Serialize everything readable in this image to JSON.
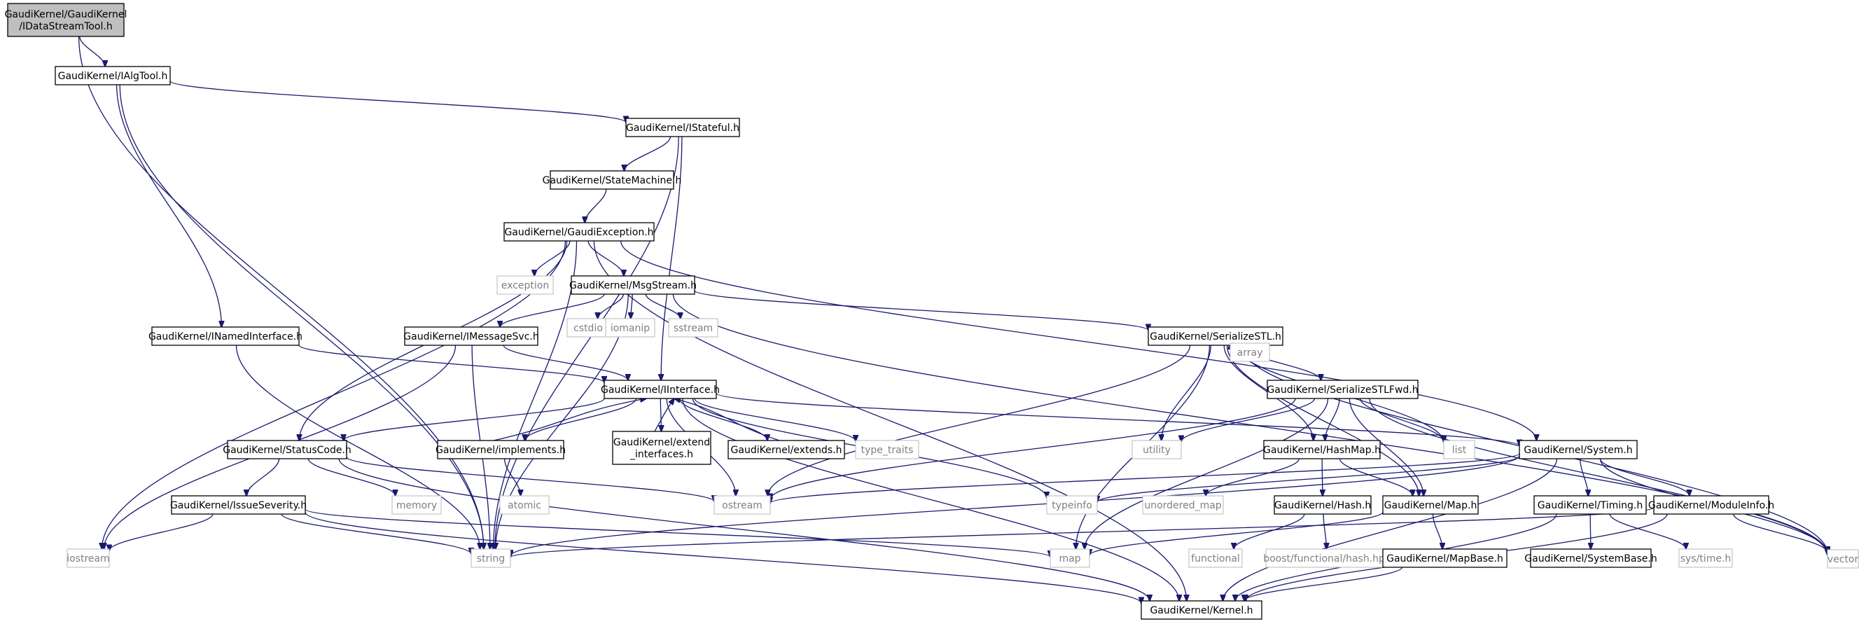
{
  "colors": {
    "edge": "#191970",
    "root_fill": "#bfbfbf",
    "node_border": "#000000",
    "external_border": "#bfbfbf",
    "external_text": "#808080",
    "background": "#ffffff"
  },
  "nodes": [
    {
      "id": "idatastream",
      "lines": [
        "GaudiKernel/GaudiKernel",
        "/IDataStreamTool.h"
      ],
      "kind": "root"
    },
    {
      "id": "ialgtool",
      "lines": [
        "GaudiKernel/IAlgTool.h"
      ],
      "kind": "header"
    },
    {
      "id": "istateful",
      "lines": [
        "GaudiKernel/IStateful.h"
      ],
      "kind": "header"
    },
    {
      "id": "statemachine",
      "lines": [
        "GaudiKernel/StateMachine.h"
      ],
      "kind": "header"
    },
    {
      "id": "gaudiexception",
      "lines": [
        "GaudiKernel/GaudiException.h"
      ],
      "kind": "header"
    },
    {
      "id": "exception",
      "lines": [
        "exception"
      ],
      "kind": "external"
    },
    {
      "id": "msgstream",
      "lines": [
        "GaudiKernel/MsgStream.h"
      ],
      "kind": "header"
    },
    {
      "id": "cstdio",
      "lines": [
        "cstdio"
      ],
      "kind": "external"
    },
    {
      "id": "iomanip",
      "lines": [
        "iomanip"
      ],
      "kind": "external"
    },
    {
      "id": "sstream",
      "lines": [
        "sstream"
      ],
      "kind": "external"
    },
    {
      "id": "inamed",
      "lines": [
        "GaudiKernel/INamedInterface.h"
      ],
      "kind": "header"
    },
    {
      "id": "imessagesvc",
      "lines": [
        "GaudiKernel/IMessageSvc.h"
      ],
      "kind": "header"
    },
    {
      "id": "iinterface",
      "lines": [
        "GaudiKernel/IInterface.h"
      ],
      "kind": "header"
    },
    {
      "id": "serializestl",
      "lines": [
        "GaudiKernel/SerializeSTL.h"
      ],
      "kind": "header"
    },
    {
      "id": "array",
      "lines": [
        "array"
      ],
      "kind": "external"
    },
    {
      "id": "serializestlfwd",
      "lines": [
        "GaudiKernel/SerializeSTLFwd.h"
      ],
      "kind": "header"
    },
    {
      "id": "statuscode",
      "lines": [
        "GaudiKernel/StatusCode.h"
      ],
      "kind": "header"
    },
    {
      "id": "implements",
      "lines": [
        "GaudiKernel/implements.h"
      ],
      "kind": "header"
    },
    {
      "id": "extendinterfaces",
      "lines": [
        "GaudiKernel/extend",
        "_interfaces.h"
      ],
      "kind": "header"
    },
    {
      "id": "extends",
      "lines": [
        "GaudiKernel/extends.h"
      ],
      "kind": "header"
    },
    {
      "id": "typetraits",
      "lines": [
        "type_traits"
      ],
      "kind": "external"
    },
    {
      "id": "utility",
      "lines": [
        "utility"
      ],
      "kind": "external"
    },
    {
      "id": "hashmap",
      "lines": [
        "GaudiKernel/HashMap.h"
      ],
      "kind": "header"
    },
    {
      "id": "list",
      "lines": [
        "list"
      ],
      "kind": "external"
    },
    {
      "id": "system",
      "lines": [
        "GaudiKernel/System.h"
      ],
      "kind": "header"
    },
    {
      "id": "issueseverity",
      "lines": [
        "GaudiKernel/IssueSeverity.h"
      ],
      "kind": "header"
    },
    {
      "id": "memory",
      "lines": [
        "memory"
      ],
      "kind": "external"
    },
    {
      "id": "atomic",
      "lines": [
        "atomic"
      ],
      "kind": "external"
    },
    {
      "id": "ostream",
      "lines": [
        "ostream"
      ],
      "kind": "external"
    },
    {
      "id": "typeinfo",
      "lines": [
        "typeinfo"
      ],
      "kind": "external"
    },
    {
      "id": "unorderedmap",
      "lines": [
        "unordered_map"
      ],
      "kind": "external"
    },
    {
      "id": "hash",
      "lines": [
        "GaudiKernel/Hash.h"
      ],
      "kind": "header"
    },
    {
      "id": "map_h",
      "lines": [
        "GaudiKernel/Map.h"
      ],
      "kind": "header"
    },
    {
      "id": "timing",
      "lines": [
        "GaudiKernel/Timing.h"
      ],
      "kind": "header"
    },
    {
      "id": "moduleinfo",
      "lines": [
        "GaudiKernel/ModuleInfo.h"
      ],
      "kind": "header"
    },
    {
      "id": "vector",
      "lines": [
        "vector"
      ],
      "kind": "external"
    },
    {
      "id": "iostream",
      "lines": [
        "iostream"
      ],
      "kind": "external"
    },
    {
      "id": "string",
      "lines": [
        "string"
      ],
      "kind": "external"
    },
    {
      "id": "map",
      "lines": [
        "map"
      ],
      "kind": "external"
    },
    {
      "id": "functional",
      "lines": [
        "functional"
      ],
      "kind": "external"
    },
    {
      "id": "boosthash",
      "lines": [
        "boost/functional/hash.hpp"
      ],
      "kind": "external"
    },
    {
      "id": "mapbase",
      "lines": [
        "GaudiKernel/MapBase.h"
      ],
      "kind": "header"
    },
    {
      "id": "systembase",
      "lines": [
        "GaudiKernel/SystemBase.h"
      ],
      "kind": "header"
    },
    {
      "id": "systime",
      "lines": [
        "sys/time.h"
      ],
      "kind": "external"
    },
    {
      "id": "kernel",
      "lines": [
        "GaudiKernel/Kernel.h"
      ],
      "kind": "header"
    }
  ],
  "edges": [
    [
      "idatastream",
      "ialgtool"
    ],
    [
      "idatastream",
      "string"
    ],
    [
      "ialgtool",
      "istateful"
    ],
    [
      "ialgtool",
      "inamed"
    ],
    [
      "ialgtool",
      "string"
    ],
    [
      "istateful",
      "statemachine"
    ],
    [
      "istateful",
      "iinterface"
    ],
    [
      "istateful",
      "string"
    ],
    [
      "statemachine",
      "gaudiexception"
    ],
    [
      "gaudiexception",
      "exception"
    ],
    [
      "gaudiexception",
      "msgstream"
    ],
    [
      "gaudiexception",
      "statuscode"
    ],
    [
      "gaudiexception",
      "system"
    ],
    [
      "gaudiexception",
      "iostream"
    ],
    [
      "gaudiexception",
      "string"
    ],
    [
      "gaudiexception",
      "kernel"
    ],
    [
      "msgstream",
      "cstdio"
    ],
    [
      "msgstream",
      "iomanip"
    ],
    [
      "msgstream",
      "sstream"
    ],
    [
      "msgstream",
      "imessagesvc"
    ],
    [
      "msgstream",
      "serializestl"
    ],
    [
      "msgstream",
      "string"
    ],
    [
      "msgstream",
      "vector"
    ],
    [
      "inamed",
      "iinterface"
    ],
    [
      "inamed",
      "string"
    ],
    [
      "imessagesvc",
      "iinterface"
    ],
    [
      "imessagesvc",
      "iostream"
    ],
    [
      "imessagesvc",
      "string"
    ],
    [
      "iinterface",
      "statuscode"
    ],
    [
      "iinterface",
      "implements"
    ],
    [
      "iinterface",
      "extendinterfaces"
    ],
    [
      "iinterface",
      "extends"
    ],
    [
      "iinterface",
      "typetraits"
    ],
    [
      "iinterface",
      "typeinfo"
    ],
    [
      "iinterface",
      "ostream"
    ],
    [
      "iinterface",
      "system"
    ],
    [
      "iinterface",
      "kernel"
    ],
    [
      "implements",
      "iinterface"
    ],
    [
      "implements",
      "atomic"
    ],
    [
      "extendinterfaces",
      "iinterface"
    ],
    [
      "extends",
      "iinterface"
    ],
    [
      "serializestl",
      "array"
    ],
    [
      "serializestl",
      "serializestlfwd"
    ],
    [
      "serializestl",
      "utility"
    ],
    [
      "serializestl",
      "hashmap"
    ],
    [
      "serializestl",
      "list"
    ],
    [
      "serializestl",
      "map_h"
    ],
    [
      "serializestl",
      "map"
    ],
    [
      "serializestl",
      "vector"
    ],
    [
      "serializestl",
      "ostream"
    ],
    [
      "serializestlfwd",
      "utility"
    ],
    [
      "serializestlfwd",
      "hashmap"
    ],
    [
      "serializestlfwd",
      "list"
    ],
    [
      "serializestlfwd",
      "map_h"
    ],
    [
      "serializestlfwd",
      "map"
    ],
    [
      "serializestlfwd",
      "vector"
    ],
    [
      "serializestlfwd",
      "ostream"
    ],
    [
      "statuscode",
      "issueseverity"
    ],
    [
      "statuscode",
      "memory"
    ],
    [
      "statuscode",
      "ostream"
    ],
    [
      "statuscode",
      "kernel"
    ],
    [
      "issueseverity",
      "iostream"
    ],
    [
      "issueseverity",
      "string"
    ],
    [
      "issueseverity",
      "map"
    ],
    [
      "issueseverity",
      "kernel"
    ],
    [
      "hashmap",
      "unorderedmap"
    ],
    [
      "hashmap",
      "hash"
    ],
    [
      "hashmap",
      "map_h"
    ],
    [
      "hash",
      "functional"
    ],
    [
      "hash",
      "boosthash"
    ],
    [
      "map_h",
      "mapbase"
    ],
    [
      "map_h",
      "map"
    ],
    [
      "mapbase",
      "kernel"
    ],
    [
      "system",
      "timing"
    ],
    [
      "system",
      "moduleinfo"
    ],
    [
      "system",
      "typeinfo"
    ],
    [
      "system",
      "string"
    ],
    [
      "system",
      "vector"
    ],
    [
      "system",
      "ostream"
    ],
    [
      "system",
      "kernel"
    ],
    [
      "timing",
      "systembase"
    ],
    [
      "timing",
      "systime"
    ],
    [
      "timing",
      "kernel"
    ],
    [
      "moduleinfo",
      "kernel"
    ],
    [
      "moduleinfo",
      "string"
    ],
    [
      "moduleinfo",
      "vector"
    ]
  ]
}
